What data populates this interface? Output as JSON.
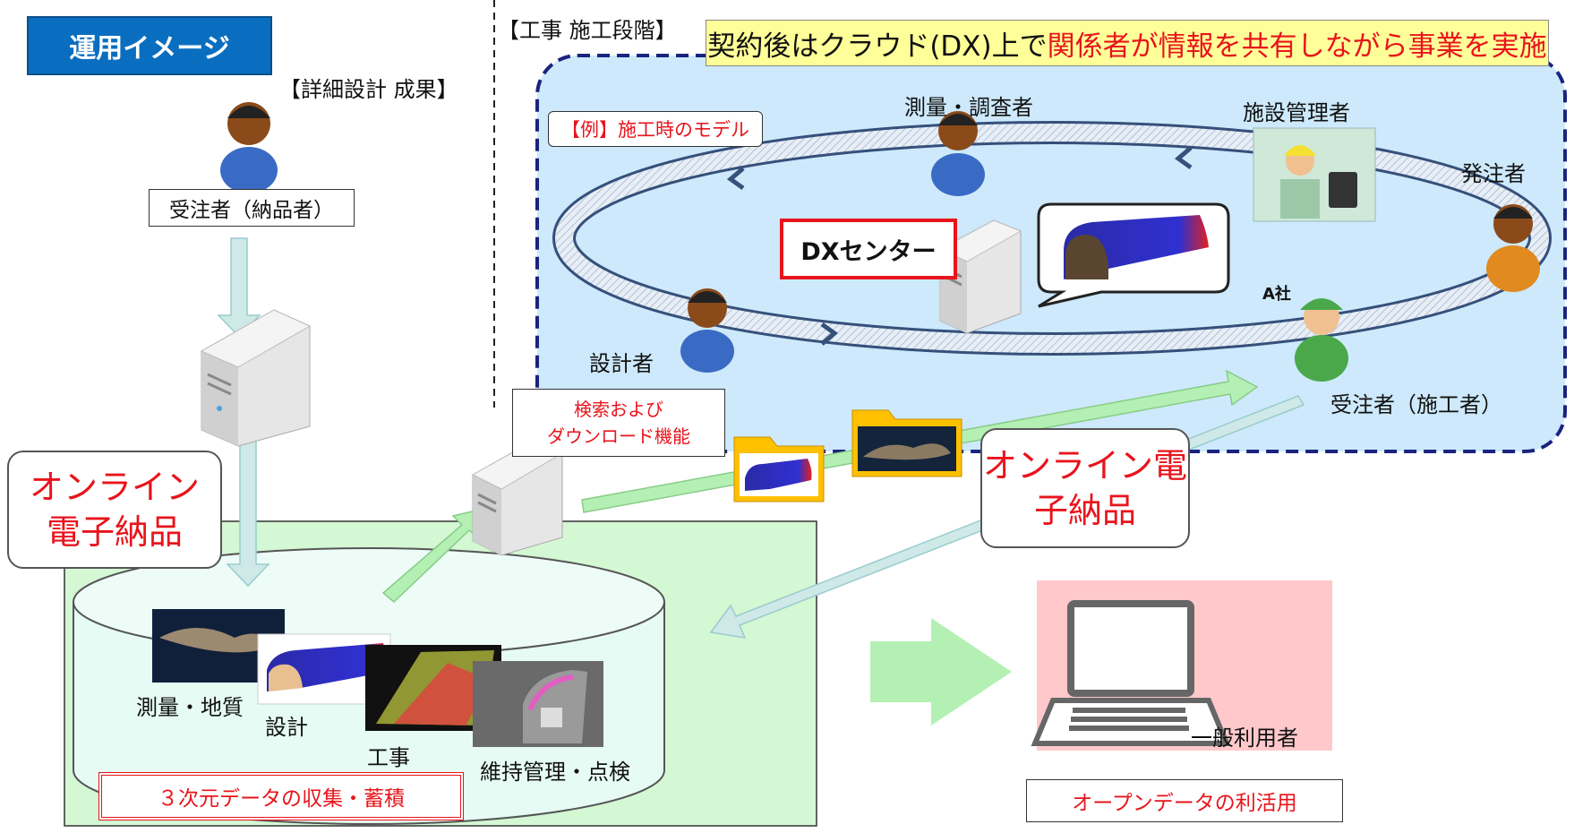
{
  "title_badge": "運用イメージ",
  "left": {
    "section_label": "【詳細設計 成果】",
    "contractor_label": "受注者（納品者）",
    "online_callout_line1": "オンライン",
    "online_callout_line2": "電子納品",
    "db_items": {
      "survey": "測量・地質",
      "design": "設計",
      "construction": "工事",
      "maintenance": "維持管理・点検"
    },
    "db_caption": "３次元データの収集・蓄積"
  },
  "middle": {
    "search_line1": "検索および",
    "search_line2": "ダウンロード機能",
    "online_callout_line1": "オンライン電",
    "online_callout_line2": "子納品"
  },
  "right": {
    "section_label": "【工事 施工段階】",
    "headline_prefix": "契約後はクラウド(DX)上で",
    "headline_emphasis": "関係者が情報を共有しながら事業を実施",
    "example_label": "【例】施工時のモデル",
    "dx_center": "DXセンター",
    "roles": {
      "surveyor": "測量・調査者",
      "facility_manager": "施設管理者",
      "client": "発注者",
      "company_a": "A社",
      "builder": "受注者（施工者）",
      "designer": "設計者"
    }
  },
  "open_data": {
    "user_label": "一般利用者",
    "caption": "オープンデータの利活用"
  },
  "colors": {
    "badge_blue": "#0a6ec0",
    "cloud_fill": "#cde9fb",
    "cloud_border": "#1a237e",
    "db_fill": "#d4f7d4",
    "accent_red": "#e8141c",
    "headline_bg": "#ffff99",
    "open_data_bg": "#ffc9cc"
  }
}
